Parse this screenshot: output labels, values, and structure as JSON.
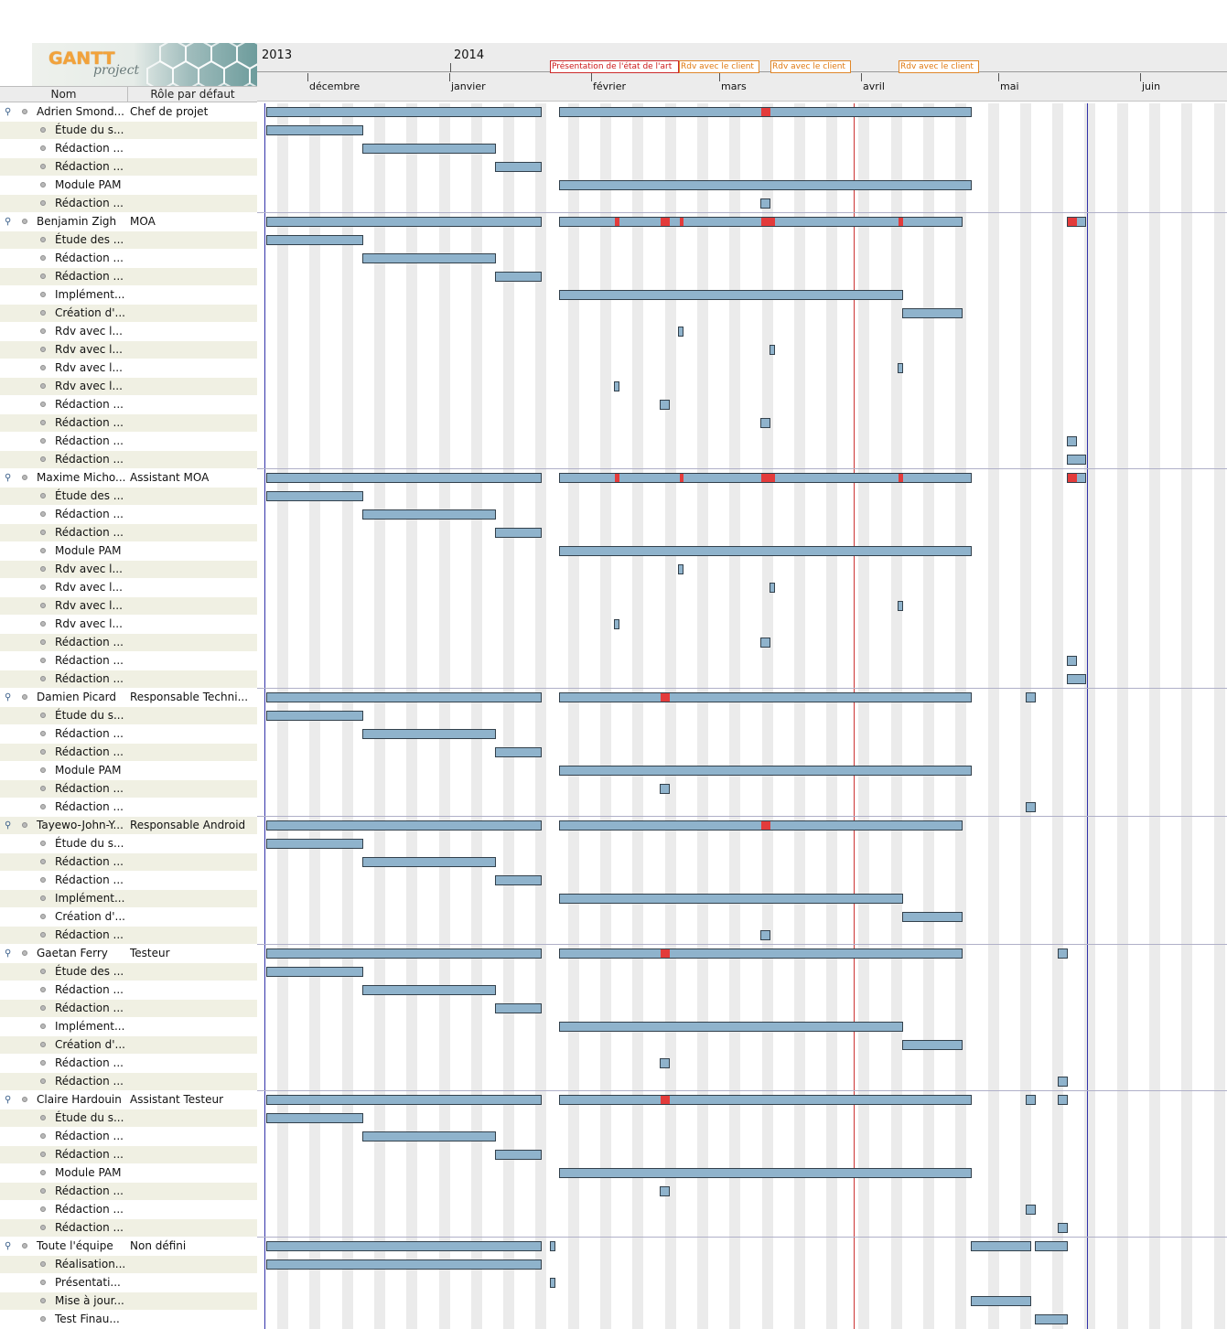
{
  "app": {
    "logo_main": "GANTT",
    "logo_sub": "project"
  },
  "columns": {
    "name": "Nom",
    "role": "Rôle par défaut"
  },
  "timeline": {
    "years": [
      "2013",
      "2014"
    ],
    "months": [
      "décembre",
      "janvier",
      "février",
      "mars",
      "avril",
      "mai",
      "juin"
    ],
    "milestones": [
      {
        "label": "Présentation de l'état de l'art",
        "color": "red"
      },
      {
        "label": "Rdv avec le client",
        "color": "orange"
      },
      {
        "label": "Rdv avec le client",
        "color": "orange"
      },
      {
        "label": "Rdv avec le client",
        "color": "orange"
      }
    ]
  },
  "colors": {
    "bar": "#8fb3cc",
    "critical": "#e33b3b",
    "today_line": "#cc3333",
    "end_line": "#3333aa"
  },
  "rows": [
    {
      "name": "Adrien Smond...",
      "role": "Chef de projet",
      "kind": "resource"
    },
    {
      "name": "Étude du s...",
      "kind": "task"
    },
    {
      "name": "Rédaction ...",
      "kind": "task"
    },
    {
      "name": "Rédaction ...",
      "kind": "task"
    },
    {
      "name": "Module PAM",
      "kind": "task"
    },
    {
      "name": "Rédaction ...",
      "kind": "task"
    },
    {
      "name": "Benjamin Zigh",
      "role": "MOA",
      "kind": "resource"
    },
    {
      "name": "Étude des ...",
      "kind": "task"
    },
    {
      "name": "Rédaction ...",
      "kind": "task"
    },
    {
      "name": "Rédaction ...",
      "kind": "task"
    },
    {
      "name": "Implément...",
      "kind": "task"
    },
    {
      "name": "Création d'...",
      "kind": "task"
    },
    {
      "name": "Rdv avec l...",
      "kind": "task"
    },
    {
      "name": "Rdv avec l...",
      "kind": "task"
    },
    {
      "name": "Rdv avec l...",
      "kind": "task"
    },
    {
      "name": "Rdv avec l...",
      "kind": "task"
    },
    {
      "name": "Rédaction ...",
      "kind": "task"
    },
    {
      "name": "Rédaction ...",
      "kind": "task"
    },
    {
      "name": "Rédaction ...",
      "kind": "task"
    },
    {
      "name": "Rédaction ...",
      "kind": "task"
    },
    {
      "name": "Maxime Micho...",
      "role": "Assistant MOA",
      "kind": "resource"
    },
    {
      "name": "Étude des ...",
      "kind": "task"
    },
    {
      "name": "Rédaction ...",
      "kind": "task"
    },
    {
      "name": "Rédaction ...",
      "kind": "task"
    },
    {
      "name": "Module PAM",
      "kind": "task"
    },
    {
      "name": "Rdv avec l...",
      "kind": "task"
    },
    {
      "name": "Rdv avec l...",
      "kind": "task"
    },
    {
      "name": "Rdv avec l...",
      "kind": "task"
    },
    {
      "name": "Rdv avec l...",
      "kind": "task"
    },
    {
      "name": "Rédaction ...",
      "kind": "task"
    },
    {
      "name": "Rédaction ...",
      "kind": "task"
    },
    {
      "name": "Rédaction ...",
      "kind": "task"
    },
    {
      "name": "Damien Picard",
      "role": "Responsable Techni...",
      "kind": "resource"
    },
    {
      "name": "Étude du s...",
      "kind": "task"
    },
    {
      "name": "Rédaction ...",
      "kind": "task"
    },
    {
      "name": "Rédaction ...",
      "kind": "task"
    },
    {
      "name": "Module PAM",
      "kind": "task"
    },
    {
      "name": "Rédaction ...",
      "kind": "task"
    },
    {
      "name": "Rédaction ...",
      "kind": "task"
    },
    {
      "name": "Tayewo-John-Y...",
      "role": "Responsable Android",
      "kind": "resource"
    },
    {
      "name": "Étude du s...",
      "kind": "task"
    },
    {
      "name": "Rédaction ...",
      "kind": "task"
    },
    {
      "name": "Rédaction ...",
      "kind": "task"
    },
    {
      "name": "Implément...",
      "kind": "task"
    },
    {
      "name": "Création d'...",
      "kind": "task"
    },
    {
      "name": "Rédaction ...",
      "kind": "task"
    },
    {
      "name": "Gaetan Ferry",
      "role": "Testeur",
      "kind": "resource"
    },
    {
      "name": "Étude des ...",
      "kind": "task"
    },
    {
      "name": "Rédaction ...",
      "kind": "task"
    },
    {
      "name": "Rédaction ...",
      "kind": "task"
    },
    {
      "name": "Implément...",
      "kind": "task"
    },
    {
      "name": "Création d'...",
      "kind": "task"
    },
    {
      "name": "Rédaction ...",
      "kind": "task"
    },
    {
      "name": "Rédaction ...",
      "kind": "task"
    },
    {
      "name": "Claire Hardouin",
      "role": "Assistant Testeur",
      "kind": "resource"
    },
    {
      "name": "Étude du s...",
      "kind": "task"
    },
    {
      "name": "Rédaction ...",
      "kind": "task"
    },
    {
      "name": "Rédaction ...",
      "kind": "task"
    },
    {
      "name": "Module PAM",
      "kind": "task"
    },
    {
      "name": "Rédaction ...",
      "kind": "task"
    },
    {
      "name": "Rédaction ...",
      "kind": "task"
    },
    {
      "name": "Rédaction ...",
      "kind": "task"
    },
    {
      "name": "Toute l'équipe",
      "role": "Non défini",
      "kind": "resource"
    },
    {
      "name": "Réalisation...",
      "kind": "task"
    },
    {
      "name": "Présentati...",
      "kind": "task"
    },
    {
      "name": "Mise à jour...",
      "kind": "task"
    },
    {
      "name": "Test Finau...",
      "kind": "task"
    }
  ]
}
